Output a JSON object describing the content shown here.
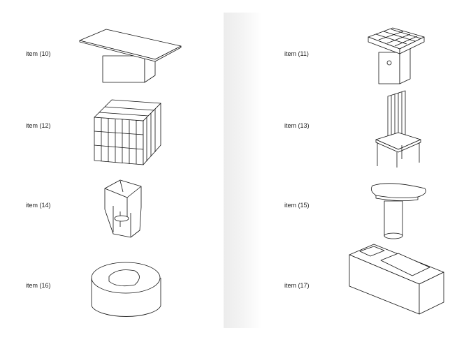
{
  "items": [
    {
      "label": "item (10)",
      "icon": "table"
    },
    {
      "label": "item (11)",
      "icon": "side-table"
    },
    {
      "label": "item (12)",
      "icon": "crate"
    },
    {
      "label": "item (13)",
      "icon": "chair"
    },
    {
      "label": "item (14)",
      "icon": "stool"
    },
    {
      "label": "item (15)",
      "icon": "console"
    },
    {
      "label": "item (16)",
      "icon": "ottoman"
    },
    {
      "label": "item (17)",
      "icon": "bench"
    }
  ]
}
